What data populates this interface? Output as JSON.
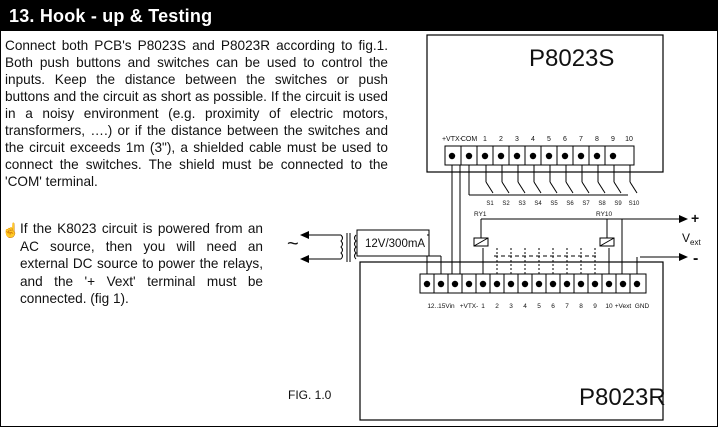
{
  "section": {
    "title": "13. Hook - up & Testing"
  },
  "body_text": "Connect both PCB's P8023S and P8023R according to fig.1. Both push buttons and switches can be used to control the inputs. Keep the distance between the switches or push buttons and the circuit as short as possible. If the circuit is used in a noisy environment (e.g. proximity of electric motors, transformers, ….) or if the distance between the switches and the circuit exceeds 1m (3\"), a shielded cable must be used to connect the switches. The shield must be connected to the 'COM' terminal.",
  "note": {
    "icon": "pointing-hand-icon",
    "text": "If the K8023 circuit is powered from an AC source, then you will need an external DC source to power the relays, and the '+ Vext' terminal must be connected. (fig 1)."
  },
  "diagram": {
    "sender": {
      "name": "P8023S",
      "terminals": [
        "+VTX-",
        "COM",
        "1",
        "2",
        "3",
        "4",
        "5",
        "6",
        "7",
        "8",
        "9",
        "10"
      ],
      "switches": [
        "S1",
        "S2",
        "S3",
        "S4",
        "S5",
        "S6",
        "S7",
        "S8",
        "S9",
        "S10"
      ]
    },
    "receiver": {
      "name": "P8023R",
      "terminals": [
        "12..15Vin",
        "+VTX-",
        "1",
        "2",
        "3",
        "4",
        "5",
        "6",
        "7",
        "8",
        "9",
        "10",
        "+Vext",
        "GND"
      ],
      "relays": [
        "RY1",
        "RY10"
      ]
    },
    "transformer_label": "12V/300mA",
    "ac_symbol": "~",
    "vext": {
      "label": "V",
      "subscript": "ext",
      "plus": "+",
      "minus": "-"
    },
    "figure_caption": "FIG. 1.0"
  }
}
